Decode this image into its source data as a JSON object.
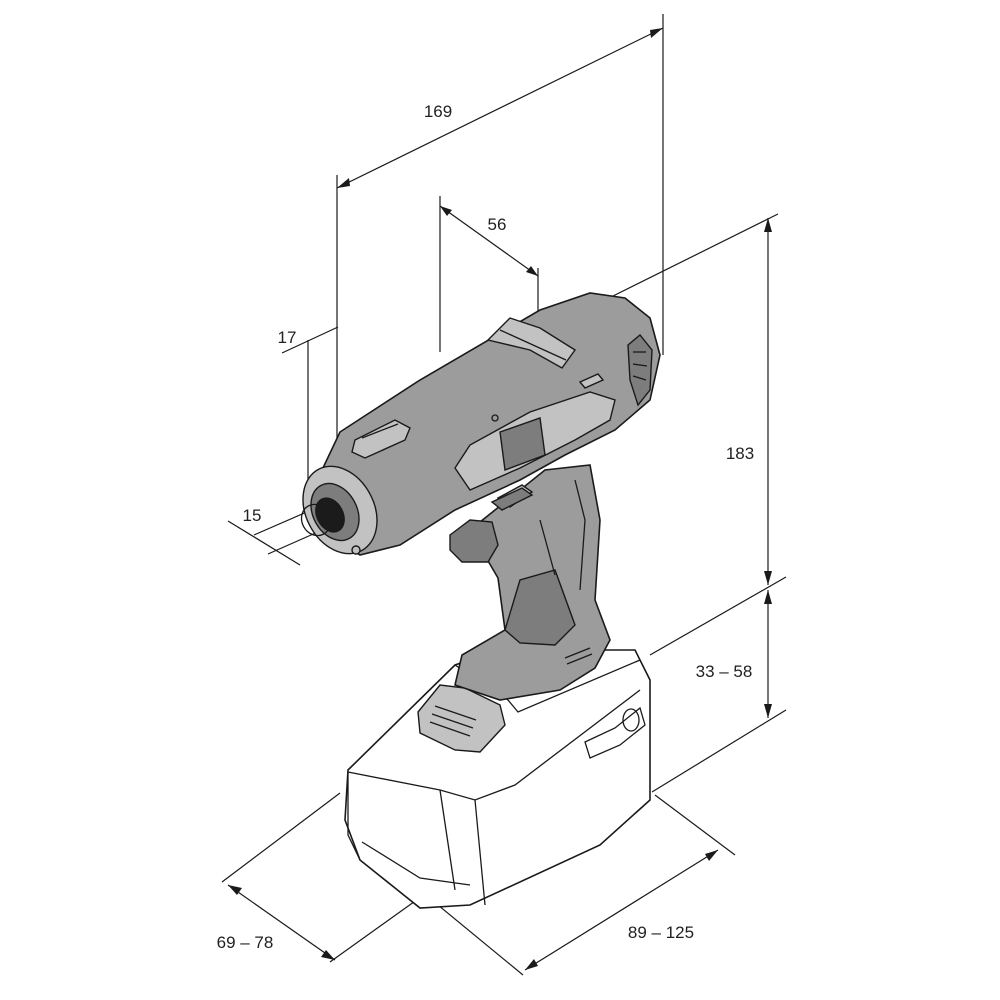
{
  "dimensions": {
    "length_total": "169",
    "length_head": "56",
    "chuck_offset": "17",
    "chuck_diameter": "15",
    "height_body": "183",
    "height_battery": "33 – 58",
    "width": "69 – 78",
    "depth": "89 – 125"
  },
  "colors": {
    "tool_body": "#9c9c9c",
    "tool_dark": "#7d7d7d",
    "battery": "#ffffff",
    "lines": "#1a1a1a"
  }
}
